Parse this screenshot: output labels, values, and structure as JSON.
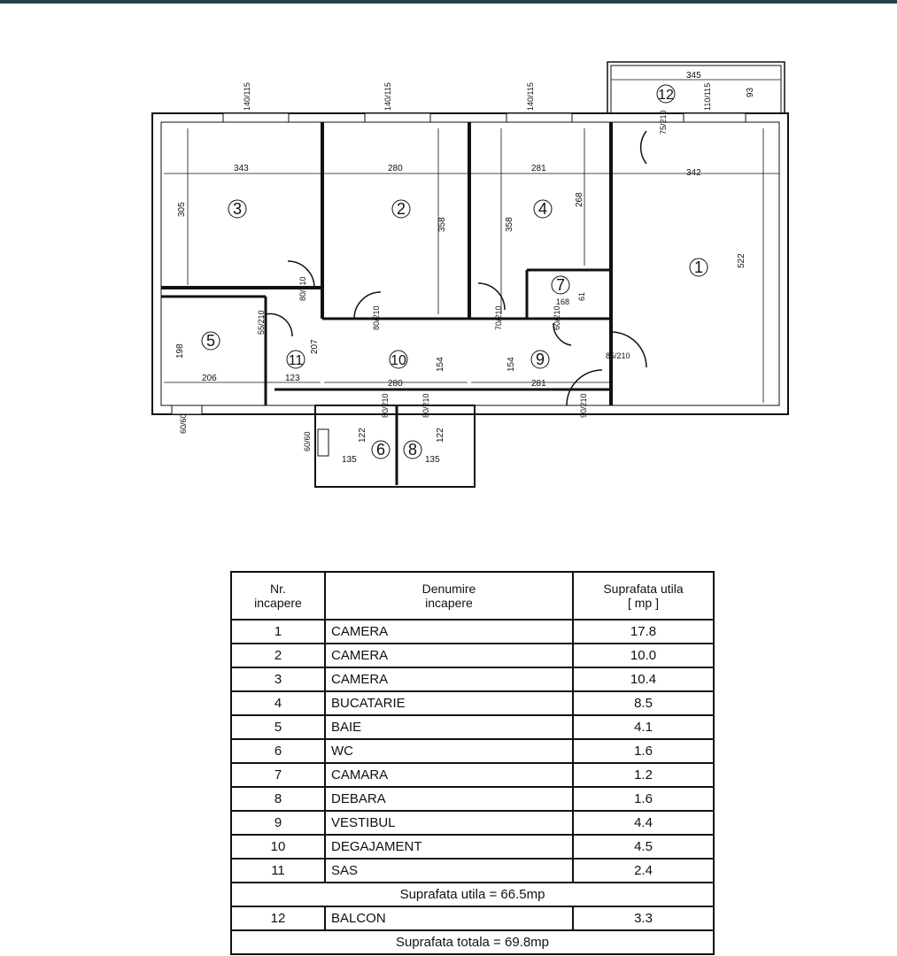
{
  "plan": {
    "rooms": [
      {
        "n": "1",
        "dims": [
          "342",
          "522"
        ]
      },
      {
        "n": "2",
        "dims": [
          "280",
          "358"
        ]
      },
      {
        "n": "3",
        "dims": [
          "343",
          "305"
        ]
      },
      {
        "n": "4",
        "dims": [
          "281",
          "358",
          "268"
        ]
      },
      {
        "n": "5",
        "dims": [
          "206",
          "198"
        ]
      },
      {
        "n": "6",
        "dims": [
          "135",
          "122"
        ]
      },
      {
        "n": "7",
        "dims": [
          "168",
          "61"
        ]
      },
      {
        "n": "8",
        "dims": [
          "135",
          "122"
        ]
      },
      {
        "n": "9",
        "dims": [
          "281",
          "154"
        ]
      },
      {
        "n": "10",
        "dims": [
          "280",
          "154"
        ]
      },
      {
        "n": "11",
        "dims": [
          "123",
          "207"
        ]
      },
      {
        "n": "12",
        "dims": [
          "345",
          "93"
        ]
      }
    ],
    "windows": [
      "140/115",
      "140/115",
      "140/115",
      "110/115",
      "60/60",
      "60/60"
    ],
    "doors": [
      "80/210",
      "80/210",
      "70/210",
      "60/210",
      "85/210",
      "90/210",
      "55/210",
      "75/210",
      "80/210",
      "80/210"
    ]
  },
  "table": {
    "headers": [
      "Nr.\nincapere",
      "Denumire\nincapere",
      "Suprafata utila\n[ mp ]"
    ],
    "rows": [
      {
        "nr": "1",
        "name": "CAMERA",
        "area": "17.8"
      },
      {
        "nr": "2",
        "name": "CAMERA",
        "area": "10.0"
      },
      {
        "nr": "3",
        "name": "CAMERA",
        "area": "10.4"
      },
      {
        "nr": "4",
        "name": "BUCATARIE",
        "area": "8.5"
      },
      {
        "nr": "5",
        "name": "BAIE",
        "area": "4.1"
      },
      {
        "nr": "6",
        "name": "WC",
        "area": "1.6"
      },
      {
        "nr": "7",
        "name": "CAMARA",
        "area": "1.2"
      },
      {
        "nr": "8",
        "name": "DEBARA",
        "area": "1.6"
      },
      {
        "nr": "9",
        "name": "VESTIBUL",
        "area": "4.4"
      },
      {
        "nr": "10",
        "name": "DEGAJAMENT",
        "area": "4.5"
      },
      {
        "nr": "11",
        "name": "SAS",
        "area": "2.4"
      }
    ],
    "subtotal": "Suprafata utila = 66.5mp",
    "balcony": {
      "nr": "12",
      "name": "BALCON",
      "area": "3.3"
    },
    "total": "Suprafata totala = 69.8mp"
  }
}
